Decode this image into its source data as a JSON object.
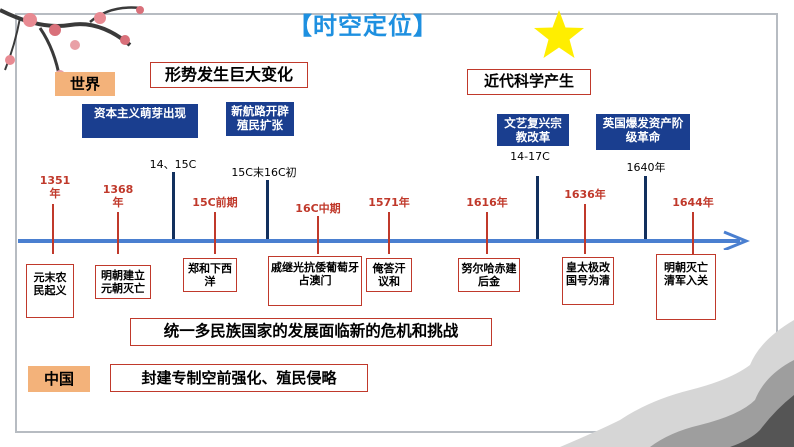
{
  "title": "【时空定位】",
  "world": {
    "tag": "世界",
    "headline": "形势发生巨大变化",
    "science": "近代科学产生",
    "boxes": {
      "capitalism": "资本主义萌芽出现",
      "routes": "新航路开辟殖民扩张",
      "renaissance": "文艺复兴宗教改革",
      "revolution": "英国爆发资产阶级革命"
    },
    "eras": {
      "c14_15": "14、15C",
      "c15_16": "15C末16C初",
      "c14_17": "14-17C",
      "y1640": "1640年"
    }
  },
  "timeline": {
    "years": {
      "y1351": "1351年",
      "y1368": "1368年",
      "y15mid": "15C前期",
      "y16mid": "16C中期",
      "y1571": "1571年",
      "y1616": "1616年",
      "y1636": "1636年",
      "y1644": "1644年"
    },
    "events": {
      "e1": "元末农民起义",
      "e2": "明朝建立元朝灭亡",
      "e3": "郑和下西洋",
      "e4": "戚继光抗倭葡萄牙占澳门",
      "e5": "俺答汗议和",
      "e6": "努尔哈赤建后金",
      "e7": "皇太极改国号为清",
      "e8": "明朝灭亡清军入关"
    }
  },
  "china": {
    "tag": "中国",
    "crisis": "统一多民族国家的发展面临新的危机和挑战",
    "summary": "封建专制空前强化、殖民侵略"
  },
  "colors": {
    "accent_blue": "#1a3e8f",
    "title_blue": "#1e90e0",
    "red": "#c0392b",
    "tag_orange": "#f3b27a",
    "axis_blue": "#4a7fd0"
  },
  "icons": [
    "star-icon",
    "plum-blossom",
    "ink-landscape"
  ]
}
